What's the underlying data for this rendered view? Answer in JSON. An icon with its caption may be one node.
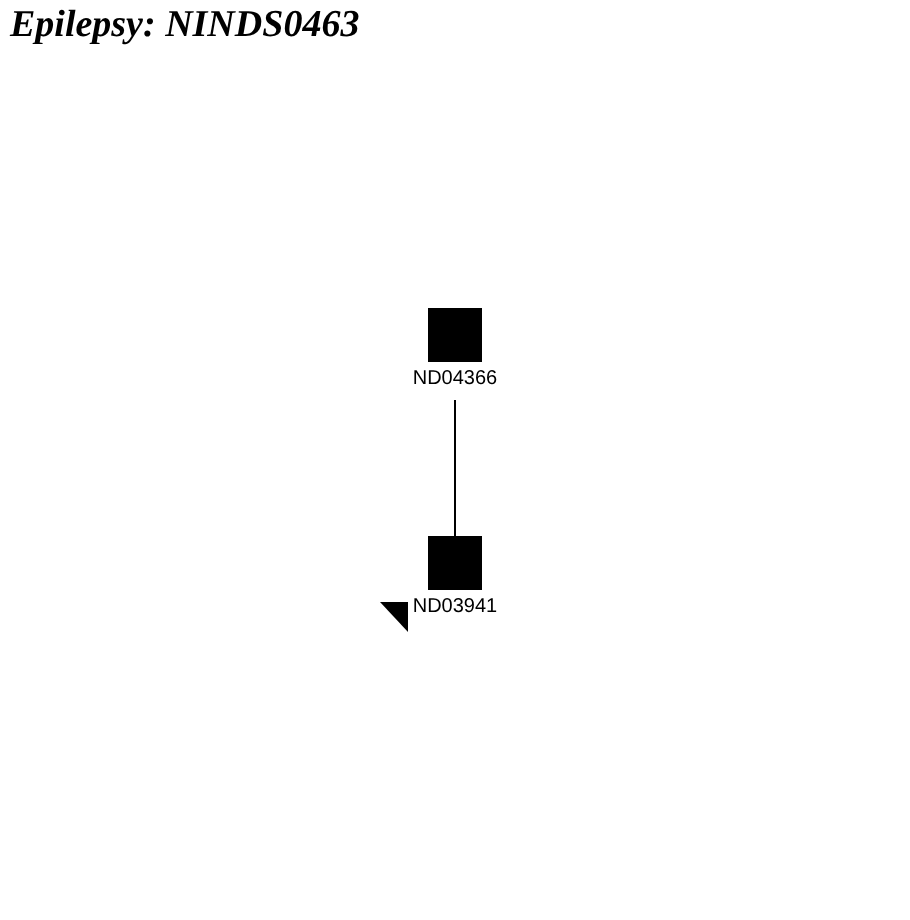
{
  "diagram": {
    "title": "Epilepsy: NINDS0463",
    "nodes": [
      {
        "text": [
          "ND04366"
        ]
      },
      {
        "text": [
          "ND03941"
        ]
      }
    ],
    "edges": [
      {
        "from": 0,
        "to": 1,
        "arrow": "none"
      }
    ]
  }
}
